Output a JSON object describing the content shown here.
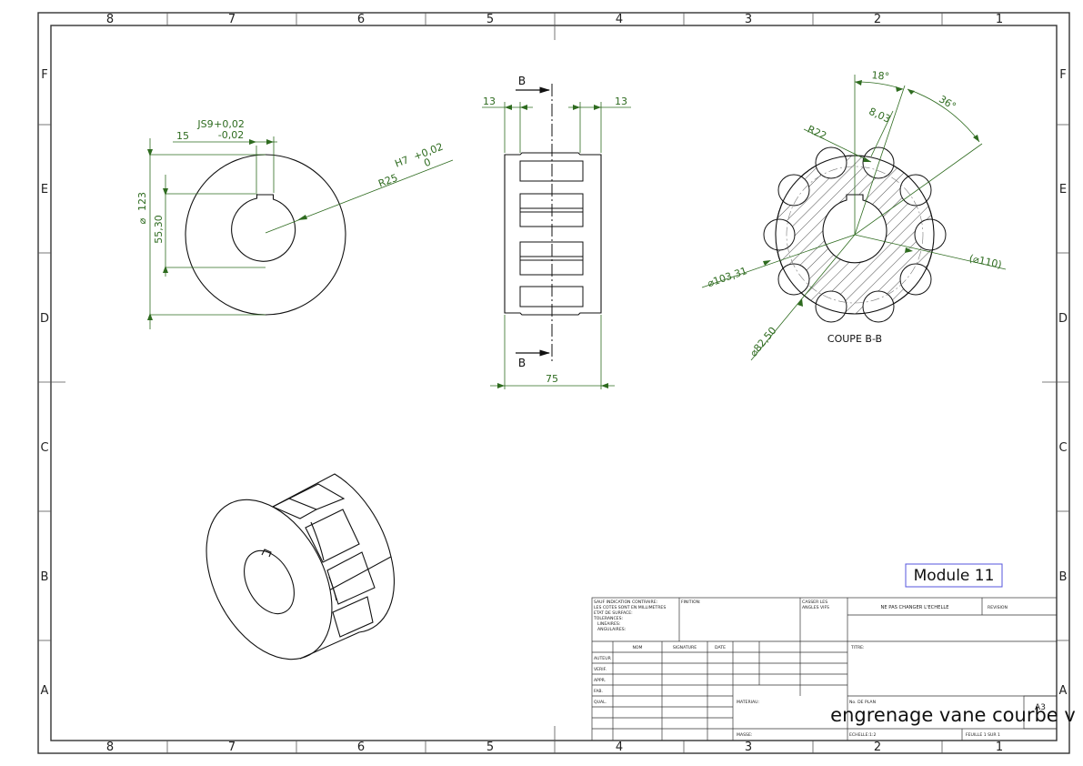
{
  "sheet": {
    "column_labels": [
      "8",
      "7",
      "6",
      "5",
      "4",
      "3",
      "2",
      "1"
    ],
    "row_labels": [
      "F",
      "E",
      "D",
      "C",
      "B",
      "A"
    ]
  },
  "front_view": {
    "dim_keyway_tol_label": "JS9",
    "dim_keyway_tol_upper": "+0,02",
    "dim_keyway_tol_lower": "-0,02",
    "dim_keyway_width": "15",
    "dim_diameter": "123",
    "dim_key_depth": "55,30",
    "dim_bore_tol_label": "H7",
    "dim_bore_tol_upper": "+0,02",
    "dim_bore_tol_lower": "0",
    "dim_bore_radius": "R25"
  },
  "side_view": {
    "section_marker_top": "B",
    "section_marker_bottom": "B",
    "dim_left_offset": "13",
    "dim_right_offset": "13",
    "dim_width": "75"
  },
  "section_view": {
    "caption": "COUPE B-B",
    "dim_angle_pitch": "18°",
    "dim_angle_span": "36°",
    "dim_slot_width": "8,03",
    "dim_radius": "R22",
    "dim_outer_ref": "(⌀110)",
    "dim_pitch_diameter": "⌀103,31",
    "dim_root_diameter": "⌀82,50"
  },
  "module_note": "Module 11",
  "title_block": {
    "general_tol": "SAUF INDICATION CONTRAIRE:\nLES COTES SONT EN MILLIMETRES\nETAT DE SURFACE:\nTOLERANCES:\n LINEAIRES:\n ANGULAIRES:",
    "finish_label": "FINITION:",
    "edges_label": "CASSER LES\nANGLES VIFS",
    "scale_note": "NE PAS CHANGER L'ECHELLE",
    "revision_label": "REVISION",
    "col_name": "NOM",
    "col_signature": "SIGNATURE",
    "col_date": "DATE",
    "row_author": "AUTEUR",
    "row_verif": "VERIF.",
    "row_appr": "APPR.",
    "row_fab": "FAB.",
    "row_qual": "QUAL.",
    "title_label": "TITRE:",
    "material_label": "MATERIAU:",
    "mass_label": "MASSE:",
    "drawing_no_label": "No. DE PLAN",
    "drawing_title": "engrenage vane courbe v",
    "sheet_size": "A3",
    "scale": "ECHELLE:1:2",
    "sheet_number": "FEUILLE 1 SUR 1"
  }
}
